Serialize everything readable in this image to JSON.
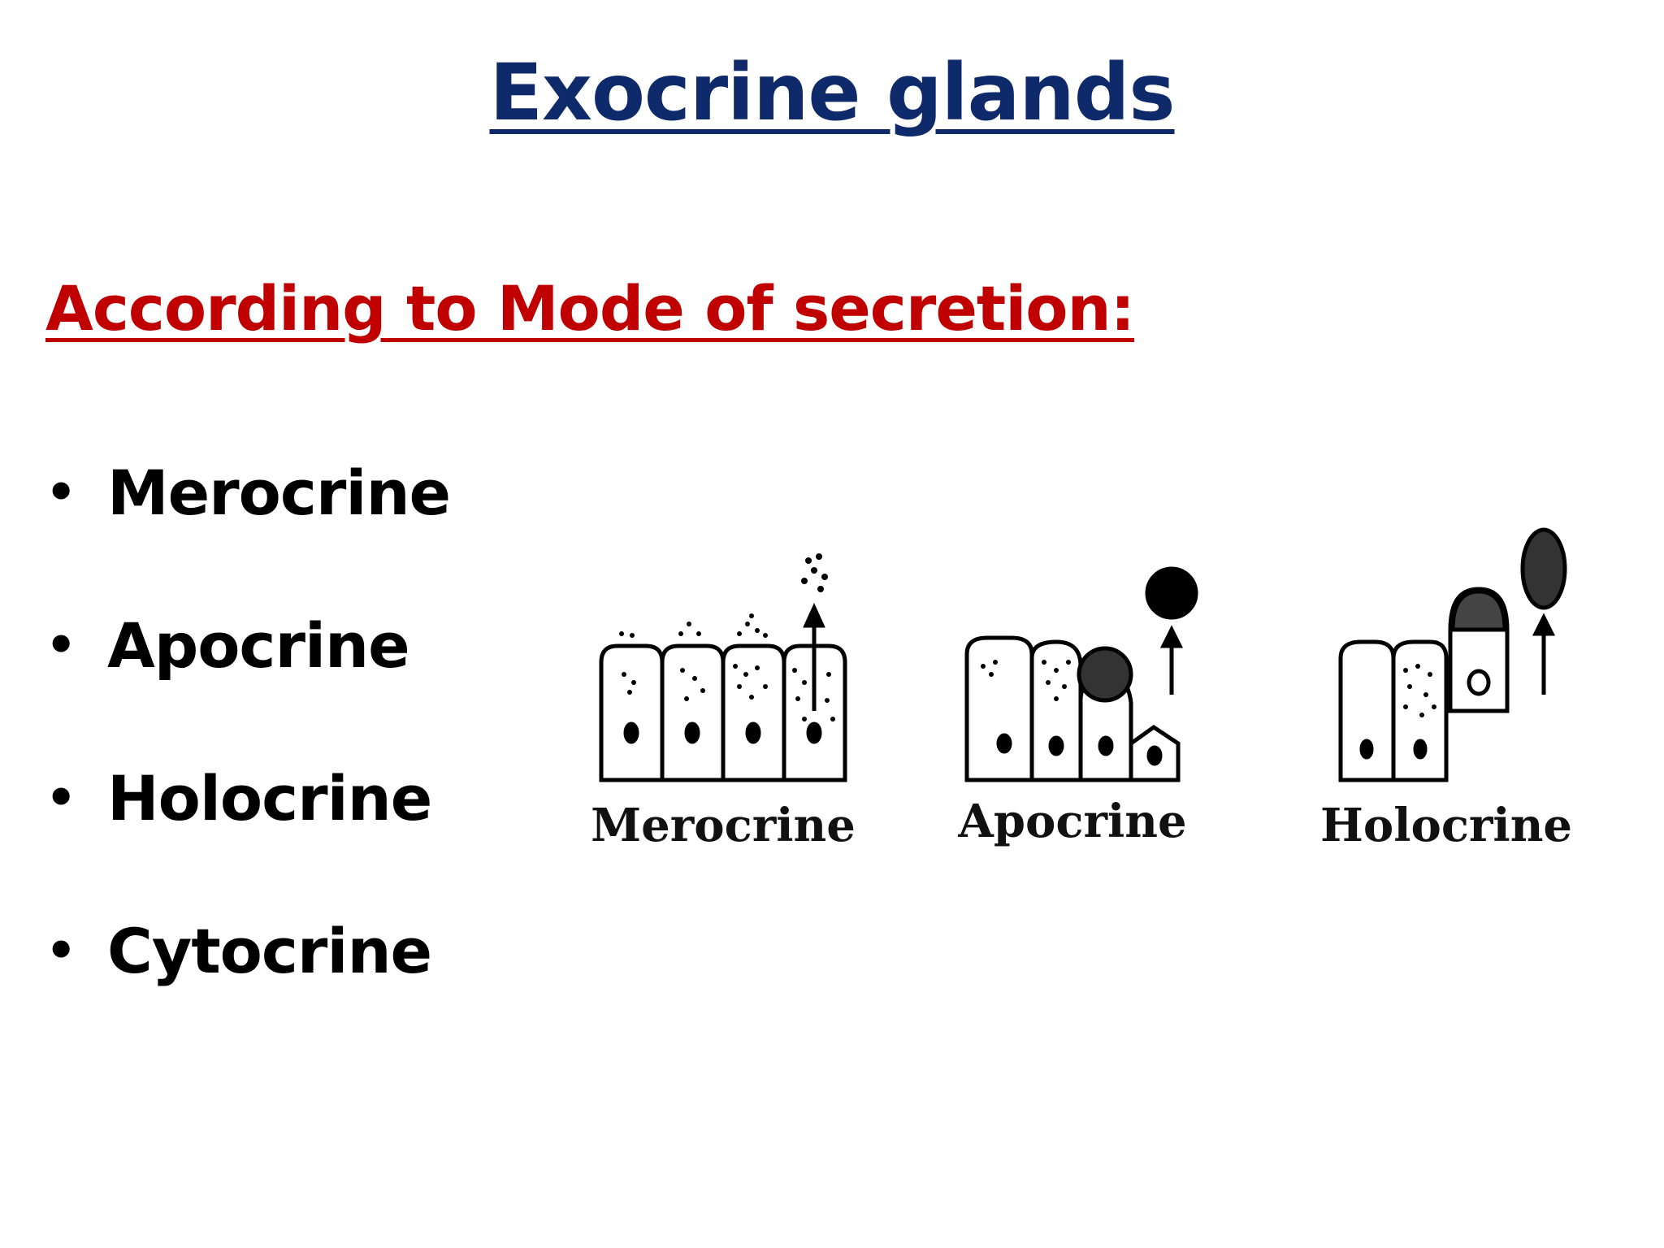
{
  "slide": {
    "title": "Exocrine glands",
    "subtitle": "According to Mode of secretion:",
    "bullets": [
      "Merocrine",
      "Apocrine",
      "Holocrine",
      "Cytocrine"
    ]
  },
  "figure": {
    "labels": [
      "Merocrine",
      "Apocrine",
      "Holocrine"
    ]
  },
  "colors": {
    "title": "#0f2a6b",
    "subtitle": "#c00000",
    "text": "#000000"
  }
}
